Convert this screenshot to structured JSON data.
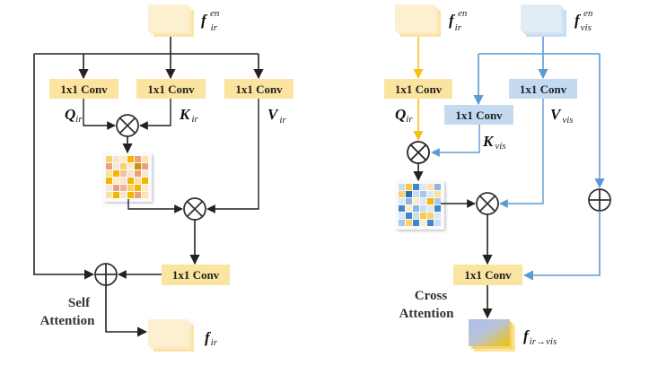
{
  "colors": {
    "conv_yellow": "#fbe3a0",
    "conv_blue": "#c3daf1",
    "line_black": "#222222",
    "line_yellow": "#f7be1a",
    "line_blue": "#5b9bd5",
    "feat_yellow": "#fde9b8",
    "feat_blue": "#dbe8f6"
  },
  "self_attention": {
    "caption_line1": "Self",
    "caption_line2": "Attention",
    "input_feature": {
      "main": "f",
      "sub": "ir",
      "sup": "en"
    },
    "conv_q": "1x1 Conv",
    "conv_k": "1x1 Conv",
    "conv_v": "1x1 Conv",
    "conv_out": "1x1 Conv",
    "q_label": {
      "main": "Q",
      "sub": "ir"
    },
    "k_label": {
      "main": "K",
      "sub": "ir"
    },
    "v_label": {
      "main": "V",
      "sub": "ir"
    },
    "output_feature": {
      "main": "f",
      "sub": "ir"
    },
    "multiply_symbol": "⊗",
    "add_symbol": "⊕",
    "heatmap": [
      [
        "#fbd26b",
        "#f8e2d4",
        "#fbeccb",
        "#f5b600",
        "#eaa27a",
        "#fbe3b0"
      ],
      [
        "#eaa27a",
        "#f9e6da",
        "#fbd26b",
        "#fbecc9",
        "#c8930a",
        "#eaa27a"
      ],
      [
        "#fbe0a0",
        "#f5b600",
        "#f2c3a0",
        "#f9e2d2",
        "#eaa27a",
        "#fbe6d6"
      ],
      [
        "#f5b600",
        "#fbecc9",
        "#f9e2d2",
        "#f5b600",
        "#fbe0a0",
        "#f5b600"
      ],
      [
        "#fbe6d6",
        "#eaa27a",
        "#f2b090",
        "#fbd26b",
        "#f5b600",
        "#fbecc9"
      ],
      [
        "#fbe0a0",
        "#f5b600",
        "#f9e2d2",
        "#f5b600",
        "#eaa27a",
        "#fbe3b0"
      ]
    ]
  },
  "cross_attention": {
    "caption_line1": "Cross",
    "caption_line2": "Attention",
    "input_ir": {
      "main": "f",
      "sub": "ir",
      "sup": "en"
    },
    "input_vis": {
      "main": "f",
      "sub": "vis",
      "sup": "en"
    },
    "conv_q": "1x1 Conv",
    "conv_k": "1x1 Conv",
    "conv_v": "1x1 Conv",
    "conv_out": "1x1 Conv",
    "q_label": {
      "main": "Q",
      "sub": "ir"
    },
    "k_label": {
      "main": "K",
      "sub": "vis"
    },
    "v_label": {
      "main": "V",
      "sub": "vis"
    },
    "output_feature": {
      "main": "f",
      "sub": "ir→vis"
    },
    "multiply_symbol": "⊗",
    "add_symbol": "⊕",
    "heatmap": [
      [
        "#c9dcf0",
        "#f9c846",
        "#3f86cc",
        "#dbe8f6",
        "#fbe6a8",
        "#8db6e0"
      ],
      [
        "#fbd26b",
        "#2f6eb5",
        "#c9dcf0",
        "#a8c8ea",
        "#dbe8f6",
        "#fbe0a0"
      ],
      [
        "#dbe8f6",
        "#8db6e0",
        "#fbecc9",
        "#dbe8f6",
        "#f5b600",
        "#a8c8ea"
      ],
      [
        "#3f86cc",
        "#fbecc9",
        "#8db6e0",
        "#c9dcf0",
        "#dbe8f6",
        "#3f86cc"
      ],
      [
        "#dbe8f6",
        "#3f86cc",
        "#c9dcf0",
        "#f9c846",
        "#fbd26b",
        "#dbe8f6"
      ],
      [
        "#a8c8ea",
        "#fbd26b",
        "#3f86cc",
        "#fbecc9",
        "#3f86cc",
        "#c9dcf0"
      ]
    ]
  }
}
